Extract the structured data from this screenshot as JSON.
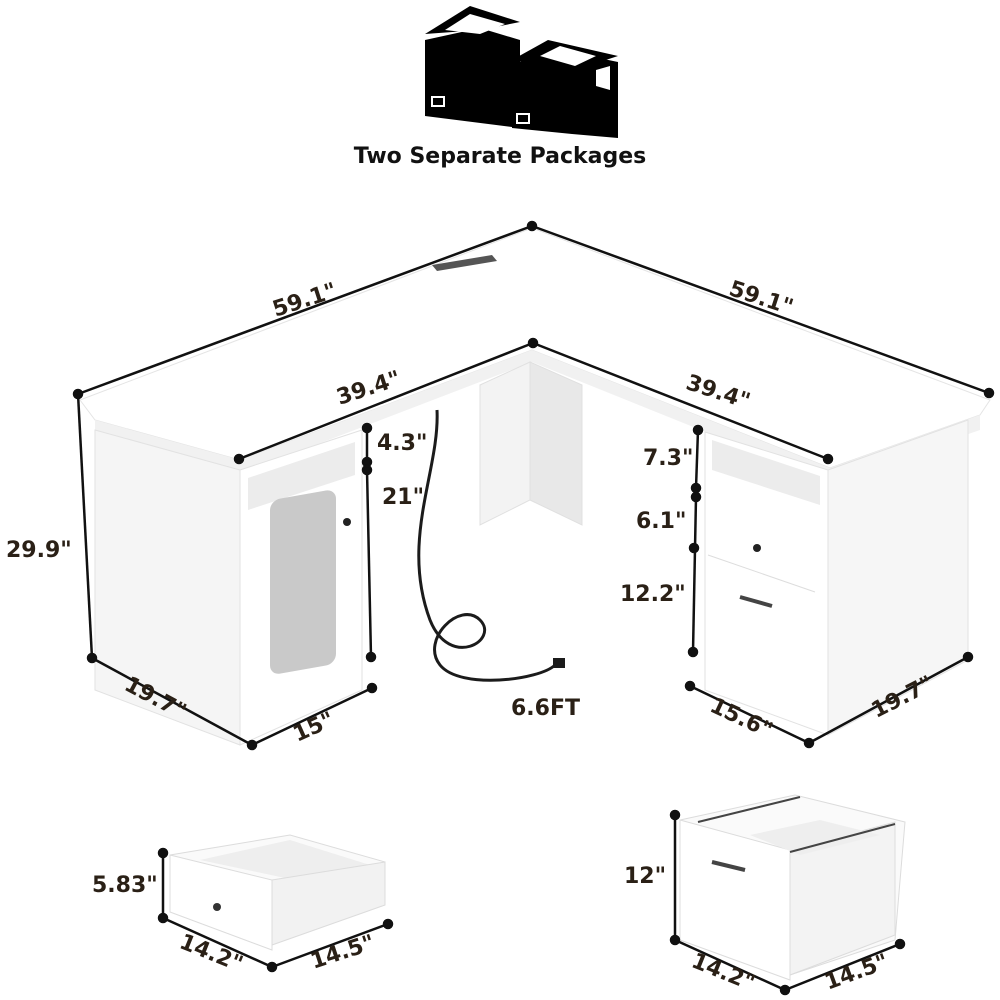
{
  "header": {
    "icon": "two-boxes-icon",
    "title": "Two Separate Packages"
  },
  "desk": {
    "outer_left_length": "59.1\"",
    "outer_right_length": "59.1\"",
    "inner_left_length": "39.4\"",
    "inner_right_length": "39.4\"",
    "overall_height": "29.9\"",
    "left_cabinet_depth": "19.7\"",
    "left_cabinet_width": "15\"",
    "left_shelf_height": "4.3\"",
    "left_door_height": "21\"",
    "right_shelf_height": "7.3\"",
    "right_small_drawer_height": "6.1\"",
    "right_file_drawer_height": "12.2\"",
    "right_cabinet_width": "15.6\"",
    "right_cabinet_depth": "19.7\"",
    "power_cord_length": "6.6FT"
  },
  "small_drawer": {
    "height": "5.83\"",
    "width": "14.2\"",
    "depth": "14.5\""
  },
  "file_drawer": {
    "height": "12\"",
    "width": "14.2\"",
    "depth": "14.5\""
  },
  "colors": {
    "label_text": "#2a2016",
    "furniture": "#ffffff",
    "shadow": "#ececec",
    "line": "#111111"
  }
}
